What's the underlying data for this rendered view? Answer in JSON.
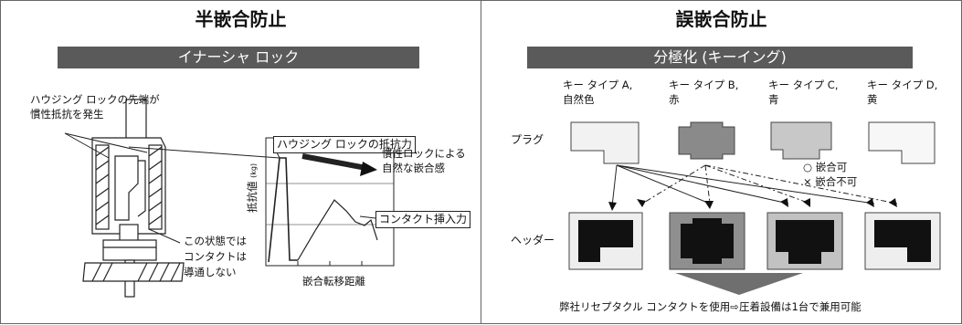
{
  "left": {
    "title": "半嵌合防止",
    "bar": "イナーシャ ロック",
    "note_line1": "ハウジング ロックの先端が",
    "note_line2": "慣性抵抗を発生",
    "label_resistance": "ハウジング ロックの抵抗力",
    "label_inertia_line1": "慣性ロックによる",
    "label_inertia_line2": "自然な嵌合感",
    "label_contact_force": "コンタクト挿入力",
    "state_line1": "この状態では",
    "state_line2": "コンタクトは",
    "state_line3": "導通しない",
    "y_axis": "抵抗値",
    "y_unit": "(kg)",
    "x_axis": "嵌合転移距離"
  },
  "right": {
    "title": "誤嵌合防止",
    "bar": "分極化 (キーイング)",
    "row_plug": "プラグ",
    "row_header": "ヘッダー",
    "legend_ok": "○ 嵌合可",
    "legend_ng": "× 嵌合不可",
    "types": [
      {
        "line1": "キー タイプ A,",
        "line2": "自然色"
      },
      {
        "line1": "キー タイプ B,",
        "line2": "赤"
      },
      {
        "line1": "キー タイプ C,",
        "line2": "青"
      },
      {
        "line1": "キー タイプ D,",
        "line2": "黄"
      }
    ],
    "footer": "弊社リセプタクル コンタクトを使用⇨圧着設備は1台で兼用可能"
  },
  "colors": {
    "bar": "#5a5a5a",
    "plug_a": "#f2f2f2",
    "plug_b": "#8a8a8a",
    "plug_c": "#c8c8c8",
    "plug_d": "#f7f7f7",
    "header_b": "#8f8f8f",
    "header_c": "#c2c2c2",
    "arrow_fill": "#6f6f6f"
  }
}
